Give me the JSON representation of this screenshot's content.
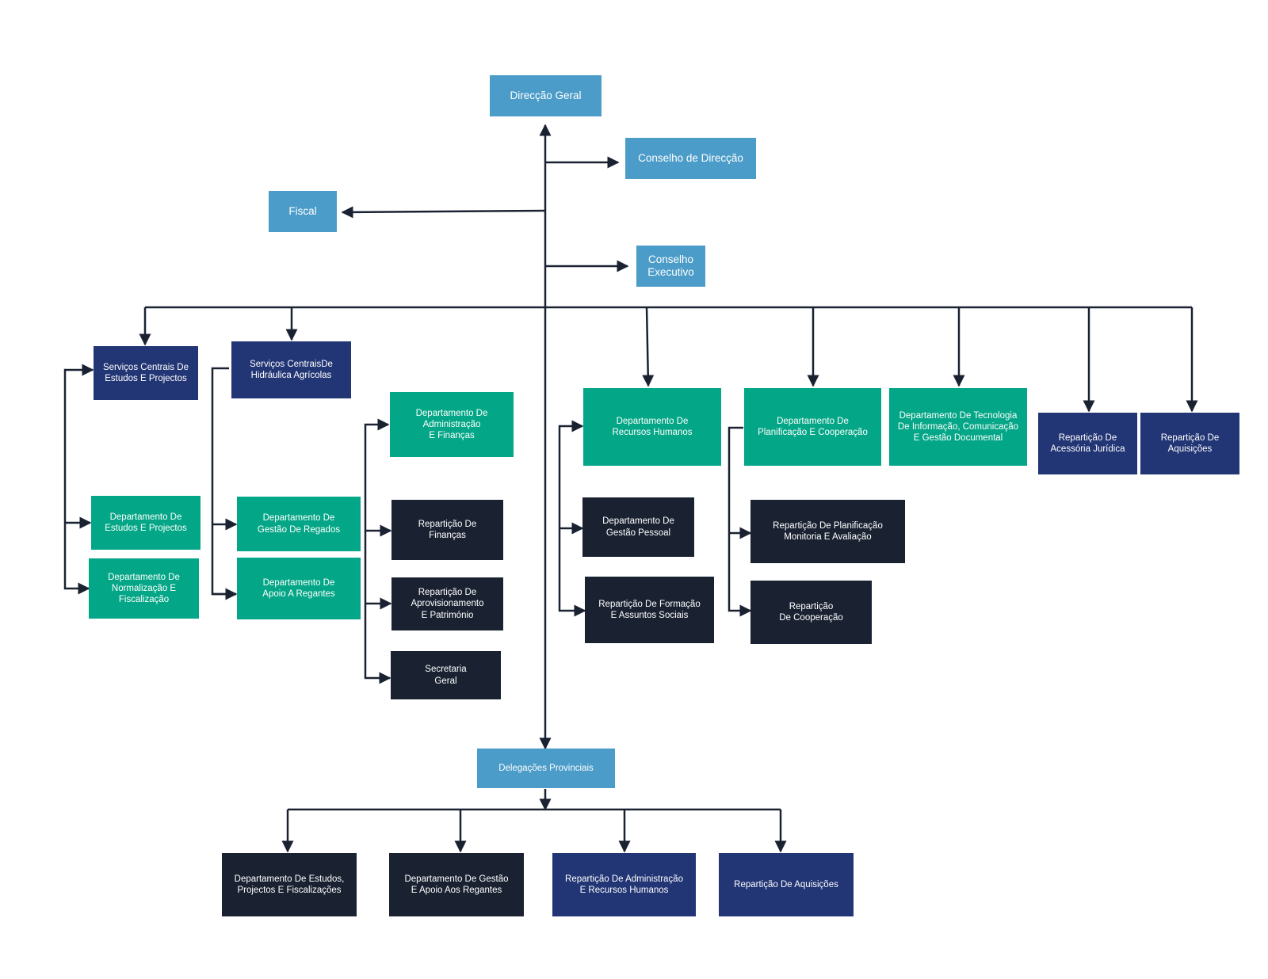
{
  "colors": {
    "top_level": "#4b9cc8",
    "department": "#03a686",
    "central_service": "#223574",
    "repartition": "#1a2232",
    "connector": "#1a2232"
  },
  "nodes": {
    "direccao_geral": "Direcção Geral",
    "conselho_direccao": "Conselho de Direcção",
    "fiscal": "Fiscal",
    "conselho_executivo": "Conselho\nExecutivo",
    "servicos_estudos": "Serviços Centrais De\nEstudos E Projectos",
    "servicos_hidraulica": "Serviços CentraisDe\nHidráulica Agrícolas",
    "dep_estudos": "Departamento De\nEstudos E Projectos",
    "dep_normalizacao": "Departamento De\nNormalização E\nFiscalização",
    "dep_regados": "Departamento De\nGestão De Regados",
    "dep_regantes": "Departamento De\nApoio A Regantes",
    "dep_admin": "Departamento De\nAdministração\nE Finanças",
    "rep_financas": "Repartição De\nFinanças",
    "rep_aprov": "Repartição De\nAprovisionamento\nE Património",
    "secretaria": "Secretaria\nGeral",
    "dep_rh": "Departamento De\nRecursos Humanos",
    "dep_pessoal": "Departamento De\nGestão Pessoal",
    "rep_formacao": "Repartição De Formação\nE Assuntos Sociais",
    "dep_planif": "Departamento De\nPlanificação E Cooperação",
    "rep_planif": "Repartição De Planificação\nMonitoria E Avaliação",
    "rep_coop": "Repartição\nDe Cooperação",
    "dep_tic": "Departamento De Tecnologia\nDe Informação, Comunicação\nE Gestão Documental",
    "rep_juridica": "Repartição De\nAcessória Jurídica",
    "rep_aquisicoes": "Repartição De\nAquisições",
    "delegacoes": "Delegações Provinciais",
    "prov_estudos": "Departamento De Estudos,\nProjectos E Fiscalizações",
    "prov_regantes": "Departamento De Gestão\nE Apoio Aos Regantes",
    "prov_admin": "Repartição De Administração\nE Recursos Humanos",
    "prov_aquisicoes": "Repartição De Aquisições"
  }
}
